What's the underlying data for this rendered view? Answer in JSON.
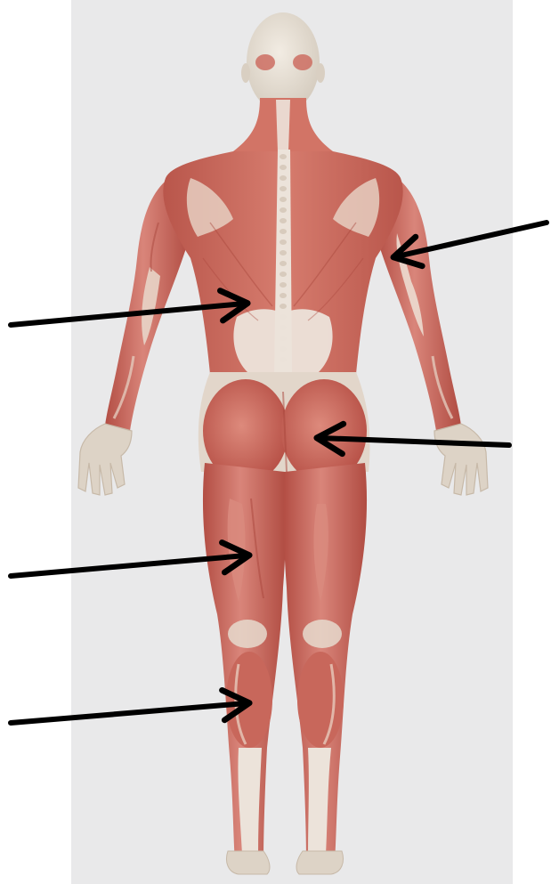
{
  "figure": {
    "subject": "human-muscular-system-posterior-view",
    "colors": {
      "page_background": "#ffffff",
      "panel_background": "#e9e9ea",
      "muscle": "#cf6e61",
      "muscle_dark": "#b24f45",
      "muscle_light": "#e0978a",
      "tendon": "#ece3da",
      "skin": "#ddd3c6",
      "arrow": "#000000"
    },
    "pointers": [
      {
        "id": "arrow-deltoid-triceps",
        "target": "upper-arm-right",
        "label": ""
      },
      {
        "id": "arrow-latissimus",
        "target": "mid-back",
        "label": ""
      },
      {
        "id": "arrow-gluteus",
        "target": "buttock-right",
        "label": ""
      },
      {
        "id": "arrow-hamstring",
        "target": "posterior-thigh-left",
        "label": ""
      },
      {
        "id": "arrow-gastrocnemius",
        "target": "calf-left",
        "label": ""
      }
    ]
  }
}
